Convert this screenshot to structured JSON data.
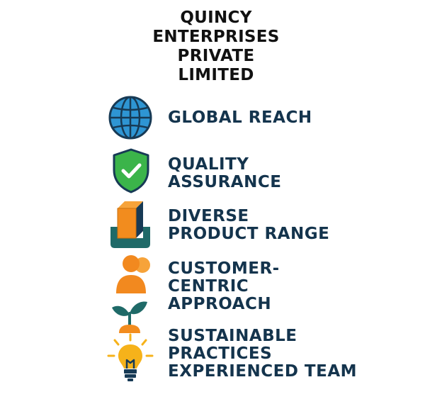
{
  "header": {
    "title_lines": [
      "QUINCY",
      "ENTERPRISES",
      "PRIVATE",
      "LIMITED"
    ]
  },
  "features": [
    {
      "icon": "globe-icon",
      "lines": [
        "GLOBAL REACH"
      ]
    },
    {
      "icon": "shield-check-icon",
      "lines": [
        "QUALITY",
        "ASSURANCE"
      ]
    },
    {
      "icon": "product-box-icon",
      "lines": [
        "DIVERSE",
        "PRODUCT RANGE"
      ]
    },
    {
      "icon": "people-icon",
      "lines": [
        "CUSTOMER-",
        "CENTRIC",
        "APPROACH"
      ]
    },
    {
      "icon": "sprout-icon",
      "lines": [
        "SUSTAINABLE",
        "PRACTICES"
      ]
    },
    {
      "icon": "lightbulb-icon",
      "lines": [
        "EXPERIENCED TEAM"
      ]
    }
  ],
  "colors": {
    "heading": "#111111",
    "label": "#14344d",
    "globe": "#2e95d3",
    "shield": "#3bb44a",
    "box_orange": "#f28c1e",
    "box_teal": "#1f6a68",
    "people_orange": "#f2891f",
    "sprout_teal": "#1f6a68",
    "bulb_yellow": "#f6b21a"
  }
}
